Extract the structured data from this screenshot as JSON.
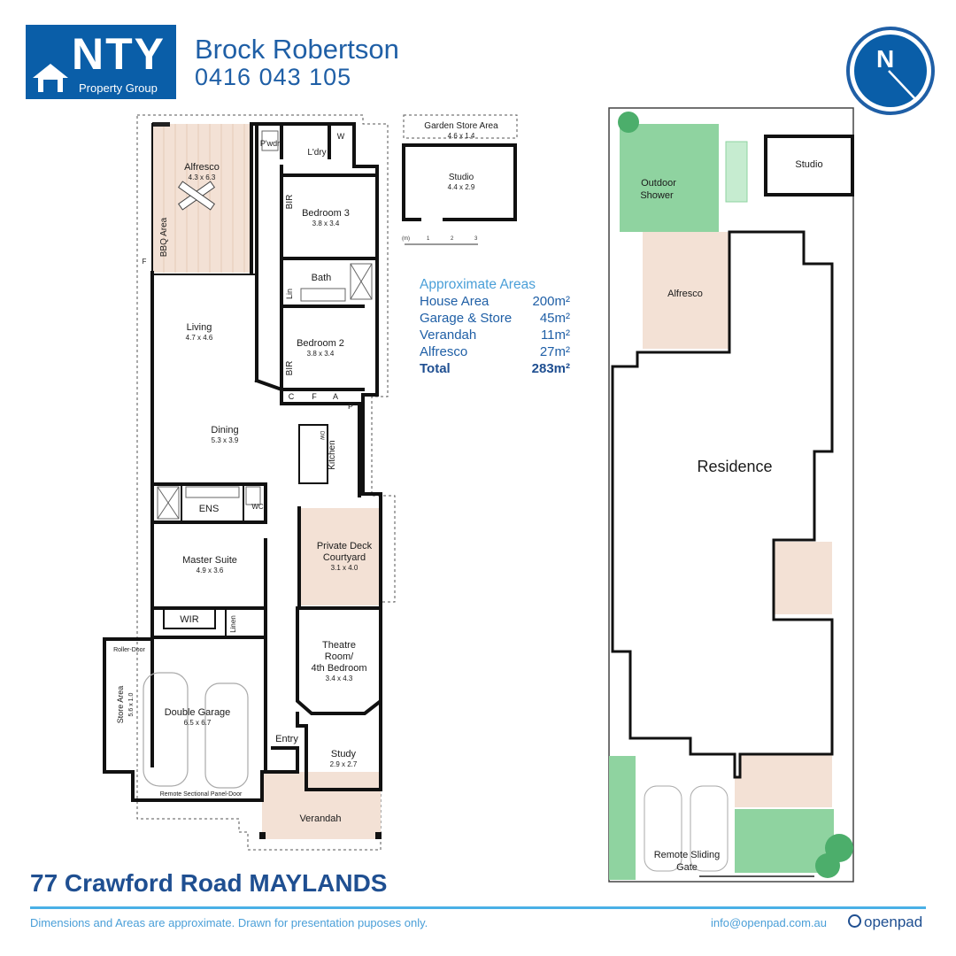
{
  "agency": {
    "logo_word": "NTY",
    "logo_sub": "Property Group"
  },
  "agent": {
    "name": "Brock Robertson",
    "phone": "0416 043 105"
  },
  "compass": {
    "letter": "N"
  },
  "rooms": {
    "alfresco": {
      "name": "Alfresco",
      "dim": "4.3 x 6.3"
    },
    "bbq": "BBQ Area",
    "powder": "P'wdr",
    "laundry": "L'dry",
    "w": "W",
    "f_alfresco": "F",
    "bedroom3": {
      "name": "Bedroom 3",
      "dim": "3.8 x 3.4"
    },
    "bir1": "BIR",
    "bath": "Bath",
    "lin": "Lin",
    "bedroom2": {
      "name": "Bedroom 2",
      "dim": "3.8 x 3.4"
    },
    "bir2": "BIR",
    "living": {
      "name": "Living",
      "dim": "4.7 x 4.6"
    },
    "c": "C",
    "f": "F",
    "a": "A",
    "p": "P",
    "dw": "DW",
    "dining": {
      "name": "Dining",
      "dim": "5.3 x 3.9"
    },
    "kitchen": "Kitchen",
    "ens": "ENS",
    "wc": "WC",
    "master": {
      "name": "Master Suite",
      "dim": "4.9 x 3.6"
    },
    "deck": {
      "line1": "Private Deck",
      "line2": "Courtyard",
      "dim": "3.1 x 4.0"
    },
    "wir": "WIR",
    "linen": "Linen",
    "roller": "Roller-Door",
    "store": {
      "name": "Store Area",
      "dim": "5.6 x 1.0"
    },
    "garage": {
      "name": "Double Garage",
      "dim": "6.5 x 6.7"
    },
    "theatre": {
      "line1": "Theatre",
      "line2": "Room/",
      "line3": "4th Bedroom",
      "dim": "3.4 x 4.3"
    },
    "entry": "Entry",
    "study": {
      "name": "Study",
      "dim": "2.9 x 2.7"
    },
    "sectional": "Remote Sectional Panel-Door",
    "verandah": "Verandah",
    "garden_store": {
      "name": "Garden Store Area",
      "dim": "4.6 x 1.4"
    },
    "studio": {
      "name": "Studio",
      "dim": "4.4 x 2.9"
    }
  },
  "scale": {
    "unit": "(m)",
    "ticks": [
      "1",
      "2",
      "3"
    ]
  },
  "areas": {
    "heading": "Approximate Areas",
    "rows": [
      {
        "label": "House Area",
        "value": "200m²"
      },
      {
        "label": "Garage & Store",
        "value": "45m²"
      },
      {
        "label": "Verandah",
        "value": "11m²"
      },
      {
        "label": "Alfresco",
        "value": "27m²"
      }
    ],
    "total_label": "Total",
    "total_value": "283m²"
  },
  "site": {
    "studio": "Studio",
    "outdoor_line1": "Outdoor",
    "outdoor_line2": "Shower",
    "alfresco": "Alfresco",
    "residence": "Residence",
    "gate_line1": "Remote Sliding",
    "gate_line2": "Gate"
  },
  "address": "77 Crawford Road MAYLANDS",
  "disclaimer": "Dimensions and Areas are approximate. Drawn for presentation puposes only.",
  "email": "info@openpad.com.au",
  "brand": "openpad",
  "colors": {
    "brand_blue": "#0a5ea8",
    "text_blue": "#1f5fa6",
    "accent": "#4ab0e6",
    "lawn": "#8fd3a0",
    "deck": "#f3e1d5"
  }
}
